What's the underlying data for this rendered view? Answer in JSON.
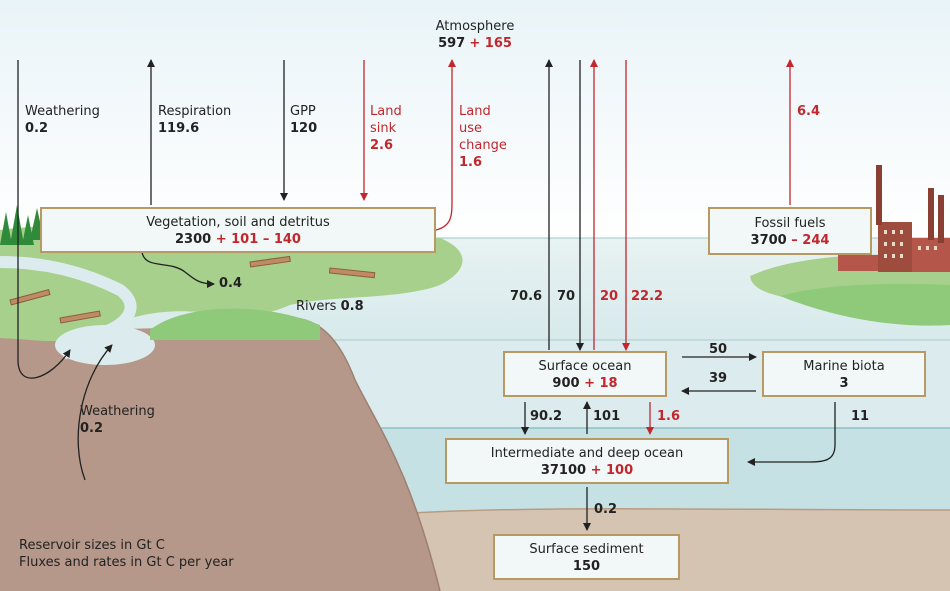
{
  "atmosphere": {
    "name": "Atmosphere",
    "base": "597",
    "change": "+ 165"
  },
  "fluxes": {
    "weathering_top": {
      "label": "Weathering",
      "value": "0.2"
    },
    "respiration": {
      "label": "Respiration",
      "value": "119.6"
    },
    "gpp": {
      "label": "GPP",
      "value": "120"
    },
    "land_sink": {
      "line1": "Land",
      "line2": "sink",
      "value": "2.6"
    },
    "land_use": {
      "line1": "Land",
      "line2": "use",
      "line3": "change",
      "value": "1.6"
    },
    "fossil_emission": "6.4",
    "veg_to_rivers": "0.4",
    "rivers": {
      "label": "Rivers",
      "value": "0.8"
    },
    "ocean_up_1": "70.6",
    "ocean_down_1": "70",
    "ocean_up_red": "20",
    "ocean_down_red": "22.2",
    "surface_to_biota": "50",
    "biota_to_surface": "39",
    "surface_to_deep": "90.2",
    "deep_to_surface": "101",
    "surface_to_deep_red": "1.6",
    "biota_to_deep": "11",
    "deep_to_sediment": "0.2",
    "weathering_bottom": {
      "label": "Weathering",
      "value": "0.2"
    }
  },
  "reservoirs": {
    "vegetation": {
      "name": "Vegetation, soil and detritus",
      "base": "2300",
      "plus": "+ 101",
      "minus": "– 140"
    },
    "fossil": {
      "name": "Fossil fuels",
      "base": "3700",
      "change": "– 244"
    },
    "surface_ocean": {
      "name": "Surface ocean",
      "base": "900",
      "change": "+ 18"
    },
    "marine_biota": {
      "name": "Marine biota",
      "value": "3"
    },
    "deep_ocean": {
      "name": "Intermediate and deep ocean",
      "base": "37100",
      "change": "+ 100"
    },
    "sediment": {
      "name": "Surface sediment",
      "value": "150"
    }
  },
  "legend": {
    "line1": "Reservoir sizes in Gt C",
    "line2": "Fluxes and rates in Gt C per year"
  },
  "colors": {
    "red": "#c1272d",
    "black": "#222222",
    "box_border": "#b79a63",
    "sky": "#ffffff",
    "sea": "#dcecee",
    "deep": "#c4e1e4",
    "land": "#a4d18f",
    "rock": "#b59a85"
  }
}
